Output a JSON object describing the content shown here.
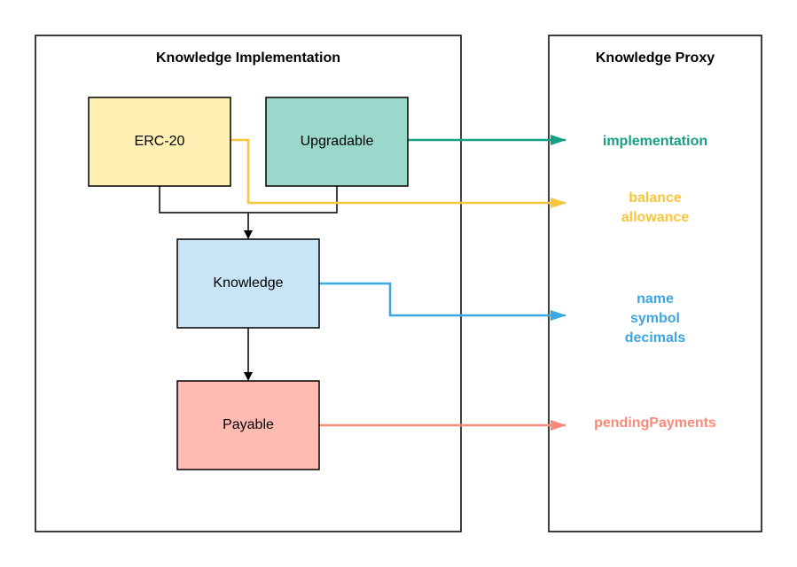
{
  "colors": {
    "erc20_fill": "#fff0b3",
    "upgradable_fill": "#9ad8cb",
    "knowledge_fill": "#c7e5f7",
    "payable_fill": "#ffbbb1",
    "teal": "#169f87",
    "yellow": "#f8c53b",
    "blue": "#3aa7e0",
    "salmon": "#fa8a79"
  },
  "implementation_panel": {
    "title": "Knowledge Implementation"
  },
  "proxy_panel": {
    "title": "Knowledge Proxy"
  },
  "contracts": {
    "erc20": {
      "label": "ERC-20"
    },
    "upgradable": {
      "label": "Upgradable"
    },
    "knowledge": {
      "label": "Knowledge"
    },
    "payable": {
      "label": "Payable"
    }
  },
  "proxy_fields": {
    "upgradable": [
      "implementation"
    ],
    "erc20": [
      "balance",
      "allowance"
    ],
    "knowledge": [
      "name",
      "symbol",
      "decimals"
    ],
    "payable": [
      "pendingPayments"
    ]
  }
}
